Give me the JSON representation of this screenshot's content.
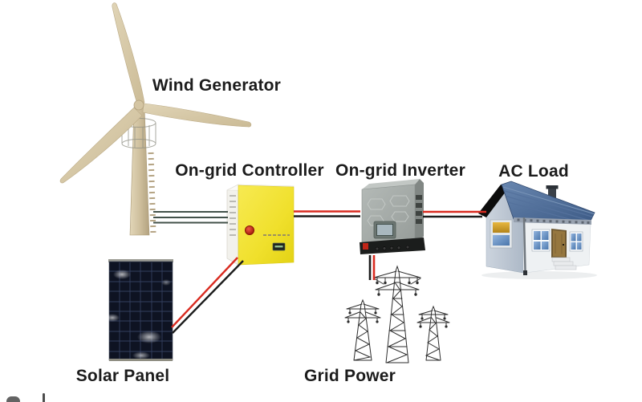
{
  "page": {
    "background": "#ffffff",
    "kind": "renewable-energy-system-wiring-diagram"
  },
  "labels": {
    "wind_generator": "Wind Generator",
    "on_grid_controller": "On-grid Controller",
    "on_grid_inverter": "On-grid Inverter",
    "ac_load": "AC Load",
    "solar_panel": "Solar Panel",
    "grid_power": "Grid Power"
  },
  "diagram": {
    "nodes": [
      {
        "id": "wind-generator",
        "label": "Wind Generator",
        "icon": "wind-turbine-icon"
      },
      {
        "id": "solar-panel",
        "label": "Solar Panel",
        "icon": "solar-panel-icon"
      },
      {
        "id": "on-grid-controller",
        "label": "On-grid Controller",
        "icon": "yellow-controller-box-icon"
      },
      {
        "id": "on-grid-inverter",
        "label": "On-grid Inverter",
        "icon": "gray-inverter-box-icon"
      },
      {
        "id": "grid-power",
        "label": "Grid Power",
        "icon": "transmission-towers-icon"
      },
      {
        "id": "ac-load",
        "label": "AC Load",
        "icon": "house-icon"
      }
    ],
    "connections": [
      {
        "from": "wind-generator",
        "to": "on-grid-controller",
        "style": "triple-line",
        "color": "#43524a"
      },
      {
        "from": "solar-panel",
        "to": "on-grid-controller",
        "style": "red-black-pair",
        "colors": [
          "#d92b20",
          "#1c1c1c"
        ]
      },
      {
        "from": "on-grid-controller",
        "to": "on-grid-inverter",
        "style": "red-black-pair",
        "colors": [
          "#d92b20",
          "#1c1c1c"
        ]
      },
      {
        "from": "on-grid-inverter",
        "to": "ac-load",
        "style": "red-black-pair",
        "colors": [
          "#d92b20",
          "#1c1c1c"
        ]
      },
      {
        "from": "on-grid-inverter",
        "to": "grid-power",
        "style": "red-black-pair",
        "colors": [
          "#d92b20",
          "#1c1c1c"
        ]
      }
    ],
    "colors": {
      "wire_red": "#d92b20",
      "wire_black": "#1c1c1c",
      "wind_wire_green": "#43524a",
      "turbine_tan": "#d6c7a4",
      "controller_yellow": "#f2e335",
      "controller_button_red": "#c22a1c",
      "inverter_gray": "#a4aaa7",
      "house_roof_blue": "#54719c",
      "house_wall_white": "#eef1f3",
      "house_door_brown": "#96773f",
      "solar_panel_dark": "#0e1322",
      "label_text": "#1c1c1c"
    }
  }
}
